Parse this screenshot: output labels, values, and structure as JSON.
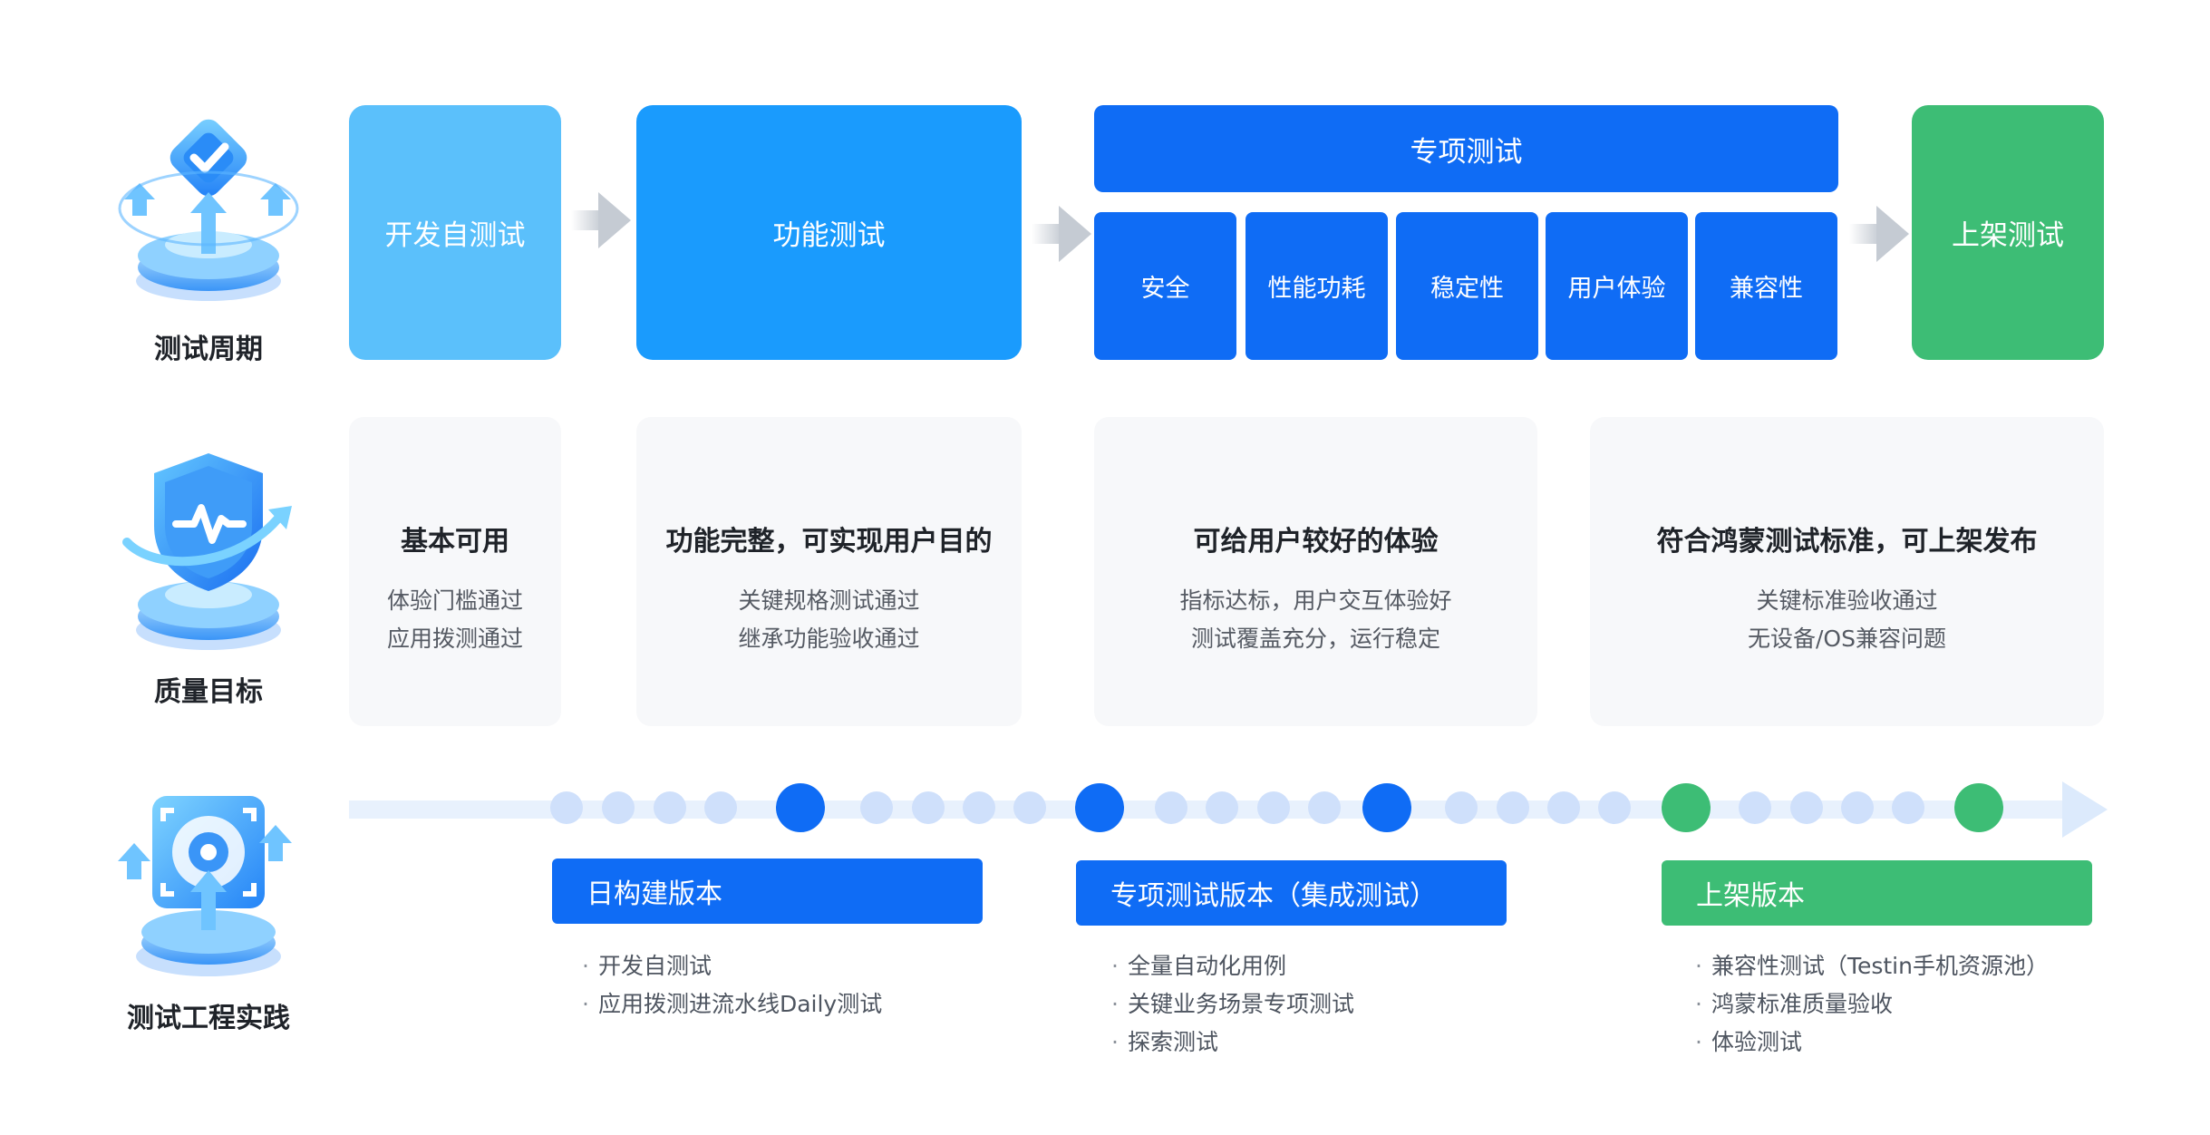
{
  "rows": {
    "cycle_label": "测试周期",
    "goal_label": "质量目标",
    "practice_label": "测试工程实践"
  },
  "phases": {
    "dev_self_test": "开发自测试",
    "functional_test": "功能测试",
    "special_test": "专项测试",
    "special_items": [
      "安全",
      "性能功耗",
      "稳定性",
      "用户体验",
      "兼容性"
    ],
    "release_test": "上架测试"
  },
  "goals": [
    {
      "title": "基本可用",
      "lines": [
        "体验门槛通过",
        "应用拨测通过"
      ]
    },
    {
      "title": "功能完整，可实现用户目的",
      "lines": [
        "关键规格测试通过",
        "继承功能验收通过"
      ]
    },
    {
      "title": "可给用户较好的体验",
      "lines": [
        "指标达标，用户交互体验好",
        "测试覆盖充分，运行稳定"
      ]
    },
    {
      "title": "符合鸿蒙测试标准，可上架发布",
      "lines": [
        "关键标准验收通过",
        "无设备/OS兼容问题"
      ]
    }
  ],
  "versions": [
    {
      "label": "日构建版本",
      "items": [
        "开发自测试",
        "应用拨测进流水线Daily测试"
      ]
    },
    {
      "label": "专项测试版本（集成测试）",
      "items": [
        "全量自动化用例",
        "关键业务场景专项测试",
        "探索测试"
      ]
    },
    {
      "label": "上架版本",
      "items": [
        "兼容性测试（Testin手机资源池）",
        "鸿蒙标准质量验收",
        "体验测试"
      ]
    }
  ],
  "bullet_marker": "·",
  "colors": {
    "dev": "#5bc0fb",
    "functional": "#1a9bfd",
    "special": "#0f6cf5",
    "release": "#3dbd75",
    "goal_bg": "#f7f8fa",
    "timeline_light": "#e8f1fd",
    "dot_light": "#cfe0fb",
    "dot_blue": "#0f6cf5",
    "dot_green": "#3dbd75"
  },
  "icons": [
    "check-shield-stack-icon",
    "pulse-shield-icon",
    "target-scan-icon",
    "arrow-right-icon"
  ]
}
